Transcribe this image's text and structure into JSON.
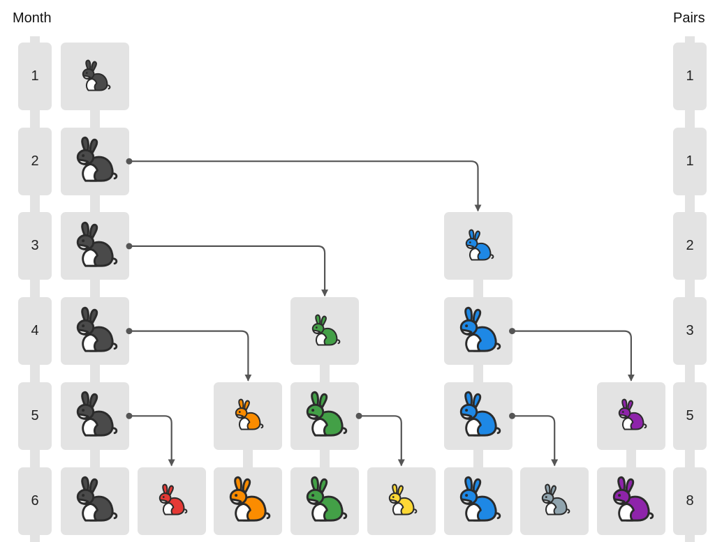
{
  "headers": {
    "month": "Month",
    "pairs": "Pairs"
  },
  "months": [
    "1",
    "2",
    "3",
    "4",
    "5",
    "6"
  ],
  "pairs": [
    "1",
    "1",
    "2",
    "3",
    "5",
    "8"
  ],
  "colors": {
    "black": "#4a4a4a",
    "red": "#e53935",
    "orange": "#fb8c00",
    "green": "#43a047",
    "yellow": "#fdd835",
    "blue": "#1e88e5",
    "grey": "#90a4ae",
    "purple": "#8e24aa",
    "box": "#e3e3e3",
    "arrow": "#555555"
  },
  "rabbits": [
    {
      "col": 0,
      "month": 1,
      "color": "black",
      "stage": "young"
    },
    {
      "col": 0,
      "month": 2,
      "color": "black",
      "stage": "adult"
    },
    {
      "col": 0,
      "month": 3,
      "color": "black",
      "stage": "adult"
    },
    {
      "col": 0,
      "month": 4,
      "color": "black",
      "stage": "adult"
    },
    {
      "col": 0,
      "month": 5,
      "color": "black",
      "stage": "adult"
    },
    {
      "col": 0,
      "month": 6,
      "color": "black",
      "stage": "adult"
    },
    {
      "col": 1,
      "month": 6,
      "color": "red",
      "stage": "young"
    },
    {
      "col": 2,
      "month": 5,
      "color": "orange",
      "stage": "young"
    },
    {
      "col": 2,
      "month": 6,
      "color": "orange",
      "stage": "adult"
    },
    {
      "col": 3,
      "month": 4,
      "color": "green",
      "stage": "young"
    },
    {
      "col": 3,
      "month": 5,
      "color": "green",
      "stage": "adult"
    },
    {
      "col": 3,
      "month": 6,
      "color": "green",
      "stage": "adult"
    },
    {
      "col": 4,
      "month": 6,
      "color": "yellow",
      "stage": "young"
    },
    {
      "col": 5,
      "month": 3,
      "color": "blue",
      "stage": "young"
    },
    {
      "col": 5,
      "month": 4,
      "color": "blue",
      "stage": "adult"
    },
    {
      "col": 5,
      "month": 5,
      "color": "blue",
      "stage": "adult"
    },
    {
      "col": 5,
      "month": 6,
      "color": "blue",
      "stage": "adult"
    },
    {
      "col": 6,
      "month": 6,
      "color": "grey",
      "stage": "young"
    },
    {
      "col": 7,
      "month": 5,
      "color": "purple",
      "stage": "young"
    },
    {
      "col": 7,
      "month": 6,
      "color": "purple",
      "stage": "adult"
    }
  ],
  "births": [
    {
      "from_col": 0,
      "month": 2,
      "to_col": 5
    },
    {
      "from_col": 0,
      "month": 3,
      "to_col": 3
    },
    {
      "from_col": 0,
      "month": 4,
      "to_col": 2
    },
    {
      "from_col": 0,
      "month": 5,
      "to_col": 1
    },
    {
      "from_col": 3,
      "month": 5,
      "to_col": 4
    },
    {
      "from_col": 5,
      "month": 4,
      "to_col": 7
    },
    {
      "from_col": 5,
      "month": 5,
      "to_col": 6
    }
  ]
}
